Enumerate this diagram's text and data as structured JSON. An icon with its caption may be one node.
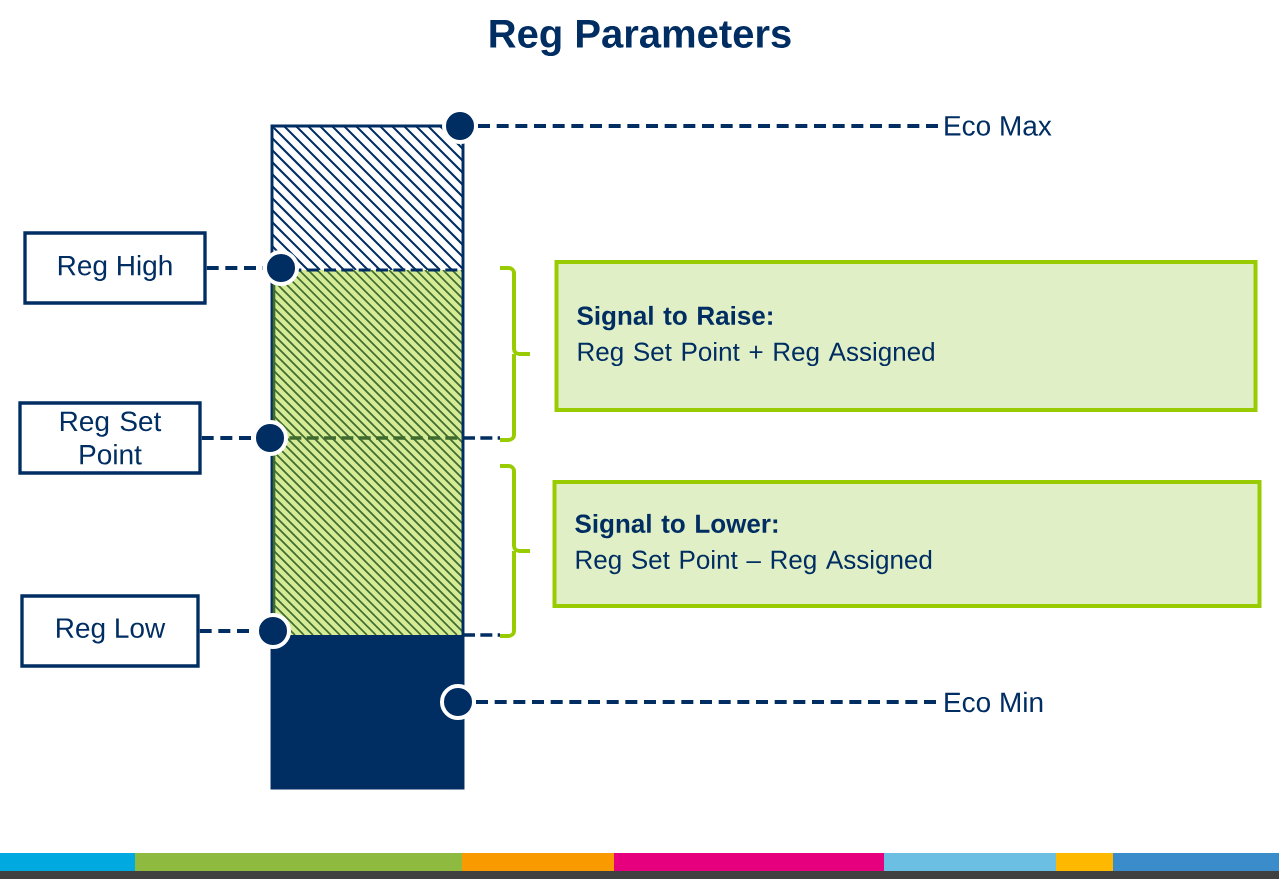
{
  "diagram": {
    "title": "Reg Parameters",
    "nodes": [
      {
        "text": [
          "Reg High"
        ]
      },
      {
        "text": [
          "Reg Set Point"
        ]
      },
      {
        "text": [
          "Reg Low"
        ]
      },
      {
        "text": [
          "Eco Max"
        ]
      },
      {
        "text": [
          "Eco Min"
        ]
      },
      {
        "text": [
          "Signal to Raise:",
          "Reg Set Point + Reg Assigned"
        ]
      },
      {
        "text": [
          "Signal to Lower:",
          "Reg Set Point – Reg Assigned"
        ]
      },
      {
        "text": [],
        "shape": "circle"
      },
      {
        "text": [],
        "shape": "circle"
      },
      {
        "text": [],
        "shape": "circle"
      },
      {
        "text": [],
        "shape": "circle"
      },
      {
        "text": [],
        "shape": "circle"
      }
    ],
    "edges": [
      {
        "from": 7,
        "to": 3,
        "arrow": "none",
        "style": "dashed"
      },
      {
        "from": 0,
        "to": 8,
        "arrow": "none",
        "style": "dashed"
      },
      {
        "from": 1,
        "to": 9,
        "arrow": "none",
        "style": "dashed"
      },
      {
        "from": 2,
        "to": 10,
        "arrow": "none",
        "style": "dashed"
      },
      {
        "from": 11,
        "to": 4,
        "arrow": "none",
        "style": "dashed"
      }
    ]
  }
}
